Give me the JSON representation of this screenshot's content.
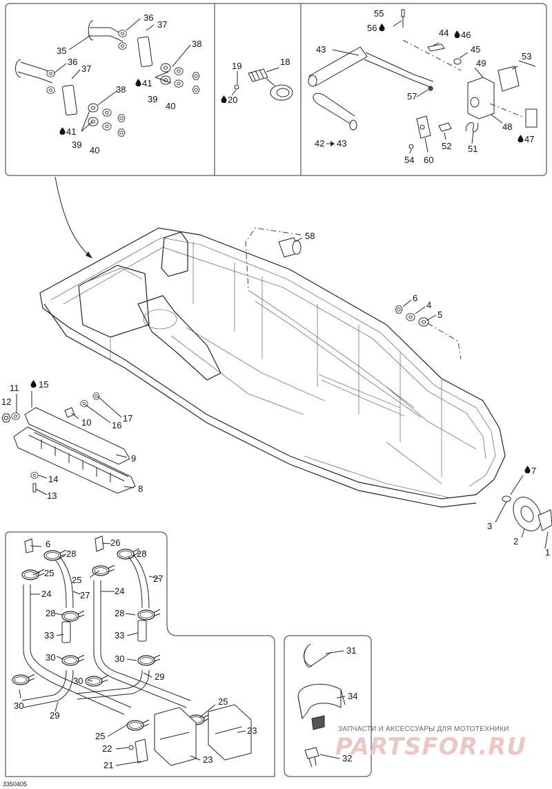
{
  "diagram_code": "3350405",
  "watermark": {
    "caption": "ЗАПЧАСТИ И АКСЕССУАРЫ ДЛЯ МОТОТЕХНИКИ",
    "logo_text": "PARTSFOR.RU"
  },
  "callouts": {
    "c1": "1",
    "c2": "2",
    "c3": "3",
    "c4": "4",
    "c5": "5",
    "c6": "6",
    "c7": "7",
    "c8": "8",
    "c9": "9",
    "c10": "10",
    "c11": "11",
    "c12": "12",
    "c13": "13",
    "c14": "14",
    "c15": "15",
    "c16": "16",
    "c17": "17",
    "c18": "18",
    "c19": "19",
    "c20": "20",
    "c21": "21",
    "c22": "22",
    "c23a": "23",
    "c23b": "23",
    "c24a": "24",
    "c24b": "24",
    "c25a": "25",
    "c25b": "25",
    "c25c": "25",
    "c25d": "25",
    "c26": "26",
    "c27a": "27",
    "c27b": "27",
    "c28a": "28",
    "c28b": "28",
    "c28c": "28",
    "c28d": "28",
    "c29a": "29",
    "c29b": "29",
    "c30a": "30",
    "c30b": "30",
    "c30c": "30",
    "c30d": "30",
    "c31": "31",
    "c32": "32",
    "c33a": "33",
    "c33b": "33",
    "c34": "34",
    "c35": "35",
    "c36a": "36",
    "c36b": "36",
    "c37a": "37",
    "c37b": "37",
    "c38a": "38",
    "c38b": "38",
    "c39a": "39",
    "c39b": "39",
    "c40a": "40",
    "c40b": "40",
    "c41a": "41",
    "c41b": "41",
    "c42": "42",
    "c43a": "43",
    "c43b": "43",
    "c44": "44",
    "c45": "45",
    "c46": "46",
    "c47": "47",
    "c48": "48",
    "c49": "49",
    "c51": "51",
    "c52": "52",
    "c53": "53",
    "c54": "54",
    "c55": "55",
    "c56": "56",
    "c57": "57",
    "c58": "58",
    "c60": "60",
    "c6b": "6"
  },
  "icons": {
    "drop": "liquid-drop-icon (adhesive / lubricant application)",
    "arrow": "right-arrow-icon (part reference)"
  },
  "colors": {
    "line": "#222222",
    "background": "#ffffff",
    "watermark_logo": "#ecc7c7"
  }
}
